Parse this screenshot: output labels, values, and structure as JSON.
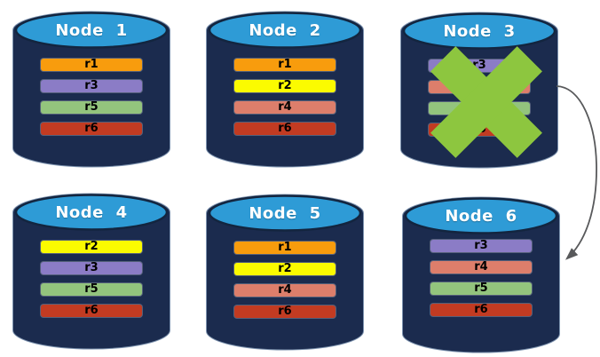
{
  "diagram": {
    "description": "Six database nodes with distributed replicas; Node 3 has failed and its replica set is re-routed to Node 6",
    "colors": {
      "cylinder_body": "#1B2B4E",
      "cylinder_top": "#2E9BD6",
      "cylinder_top_stroke": "#13253F",
      "cylinder_outline": "#7C92AE",
      "title_text": "#FFFFFF",
      "replica_text": "#000000"
    },
    "nodes": [
      {
        "label": "Node 1",
        "failed": false,
        "replicas": [
          {
            "label": "r1",
            "color": "#F89C0D"
          },
          {
            "label": "r3",
            "color": "#8B7CC6"
          },
          {
            "label": "r5",
            "color": "#93C47D"
          },
          {
            "label": "r6",
            "color": "#C23B22"
          }
        ]
      },
      {
        "label": "Node 2",
        "failed": false,
        "replicas": [
          {
            "label": "r1",
            "color": "#F89C0D"
          },
          {
            "label": "r2",
            "color": "#FBFB00"
          },
          {
            "label": "r4",
            "color": "#DD7E6B"
          },
          {
            "label": "r6",
            "color": "#C23B22"
          }
        ]
      },
      {
        "label": "Node 3",
        "failed": true,
        "replicas": [
          {
            "label": "r3",
            "color": "#8B7CC6"
          },
          {
            "label": "r4",
            "color": "#DD7E6B"
          },
          {
            "label": "r5",
            "color": "#93C47D"
          },
          {
            "label": "r6",
            "color": "#C23B22"
          }
        ]
      },
      {
        "label": "Node 4",
        "failed": false,
        "replicas": [
          {
            "label": "r2",
            "color": "#FBFB00"
          },
          {
            "label": "r3",
            "color": "#8B7CC6"
          },
          {
            "label": "r5",
            "color": "#93C47D"
          },
          {
            "label": "r6",
            "color": "#C23B22"
          }
        ]
      },
      {
        "label": "Node 5",
        "failed": false,
        "replicas": [
          {
            "label": "r1",
            "color": "#F89C0D"
          },
          {
            "label": "r2",
            "color": "#FBFB00"
          },
          {
            "label": "r4",
            "color": "#DD7E6B"
          },
          {
            "label": "r6",
            "color": "#C23B22"
          }
        ]
      },
      {
        "label": "Node 6",
        "failed": false,
        "replicas": [
          {
            "label": "r3",
            "color": "#8B7CC6"
          },
          {
            "label": "r4",
            "color": "#DD7E6B"
          },
          {
            "label": "r5",
            "color": "#93C47D"
          },
          {
            "label": "r6",
            "color": "#C23B22"
          }
        ]
      }
    ],
    "failure_mark": {
      "node": "Node 3",
      "shape": "X",
      "color": "#8DC63F"
    },
    "arrow": {
      "from": "Node 3",
      "to": "Node 6",
      "color": "#58595B"
    }
  }
}
